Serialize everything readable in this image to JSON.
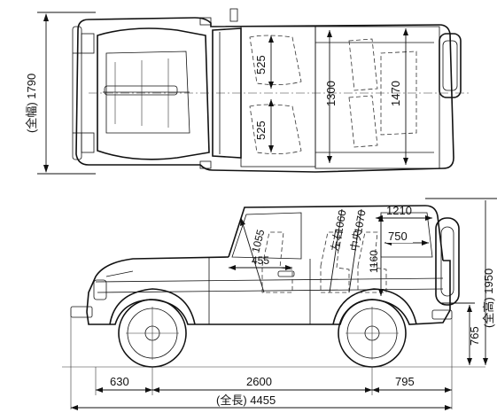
{
  "top_view": {
    "overall_width_label": "(全幅) 1790",
    "seat_width_front": "525",
    "seat_width_rear": "525",
    "inner_width_front": "1300",
    "inner_width_rear": "1470"
  },
  "side_view": {
    "dim_1055": "1055",
    "dim_455": "455",
    "dim_1060": "1060",
    "dim_1070": "1070",
    "label_left_right": "左右",
    "label_center": "中央",
    "dim_1160": "1160",
    "dim_1210": "1210",
    "dim_750": "750",
    "overall_height_label": "(全高) 1950",
    "ground_height": "765",
    "front_overhang": "630",
    "wheelbase": "2600",
    "rear_overhang": "795",
    "overall_length_label": "(全長) 4455"
  }
}
